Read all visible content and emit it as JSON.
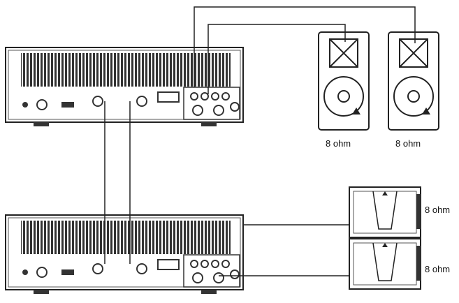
{
  "labels": {
    "speaker_left": "8 ohm",
    "speaker_right": "8 ohm",
    "sub_top": "8 ohm",
    "sub_bottom": "8 ohm"
  },
  "colors": {
    "line": "#222222",
    "panel": "#ffffff",
    "vent": "#333333"
  }
}
